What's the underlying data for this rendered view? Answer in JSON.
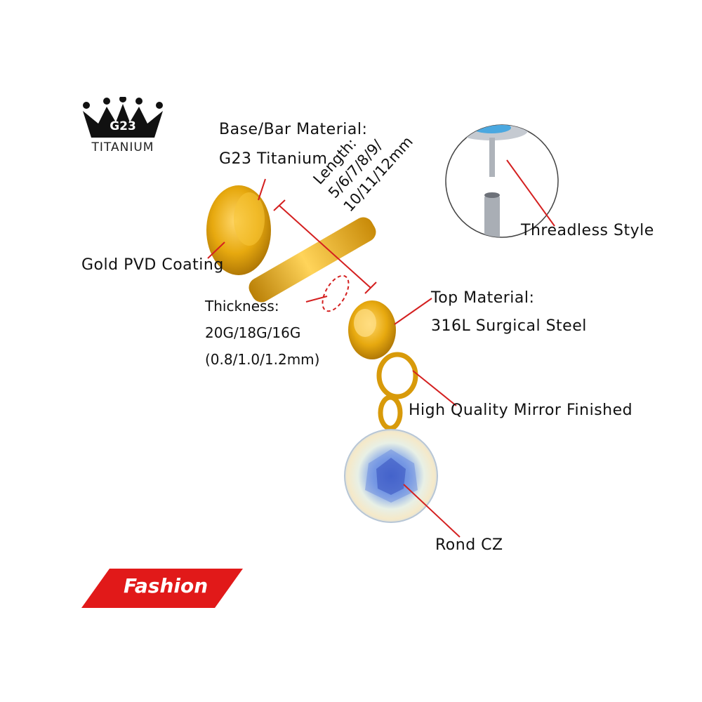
{
  "brand": {
    "badge": "G23",
    "subtitle": "TITANIUM"
  },
  "labels": {
    "base_bar_material_title": "Base/Bar Material:",
    "base_bar_material_value": "G23 Titanium",
    "length_title": "Length:",
    "length_line1": "5/6/7/8/9/",
    "length_line2": "10/11/12mm",
    "gold_coating": "Gold PVD Coating",
    "thickness_title": "Thickness:",
    "thickness_gauges": "20G/18G/16G",
    "thickness_mm": "(0.8/1.0/1.2mm)",
    "top_material_title": "Top Material:",
    "top_material_value": "316L Surgical Steel",
    "mirror_finish": "High Quality Mirror Finished",
    "threadless": "Threadless Style",
    "cz": "Rond CZ"
  },
  "tag": {
    "label": "Fashion"
  },
  "colors": {
    "gold": "#e7a90f",
    "gold_dark": "#b97f06",
    "accent_red": "#e11919",
    "pointer_red": "#d42020",
    "steel": "#b9bcc2",
    "opal": "#4aa8e0"
  },
  "icons": {
    "brand": "crown-icon",
    "gem": "round-cz-gem",
    "detail": "threadless-pin-detail"
  }
}
